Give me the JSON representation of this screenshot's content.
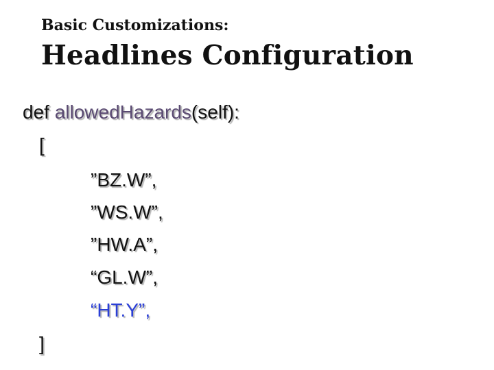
{
  "header": {
    "subtitle": "Basic Customizations:",
    "title": "Headlines Configuration"
  },
  "code": {
    "def_keyword": "def ",
    "function_name": "allowedHazards",
    "signature_rest": "(self):",
    "open_bracket": "[",
    "items": [
      "”BZ.W”,",
      "”WS.W”,",
      "”HW.A”,",
      "“GL.W”,",
      "“HT.Y”,"
    ],
    "close_bracket": "]",
    "colors": {
      "text": "#111111",
      "function_name": "#5a4a72",
      "highlight_item": "#2b3fd6"
    }
  }
}
